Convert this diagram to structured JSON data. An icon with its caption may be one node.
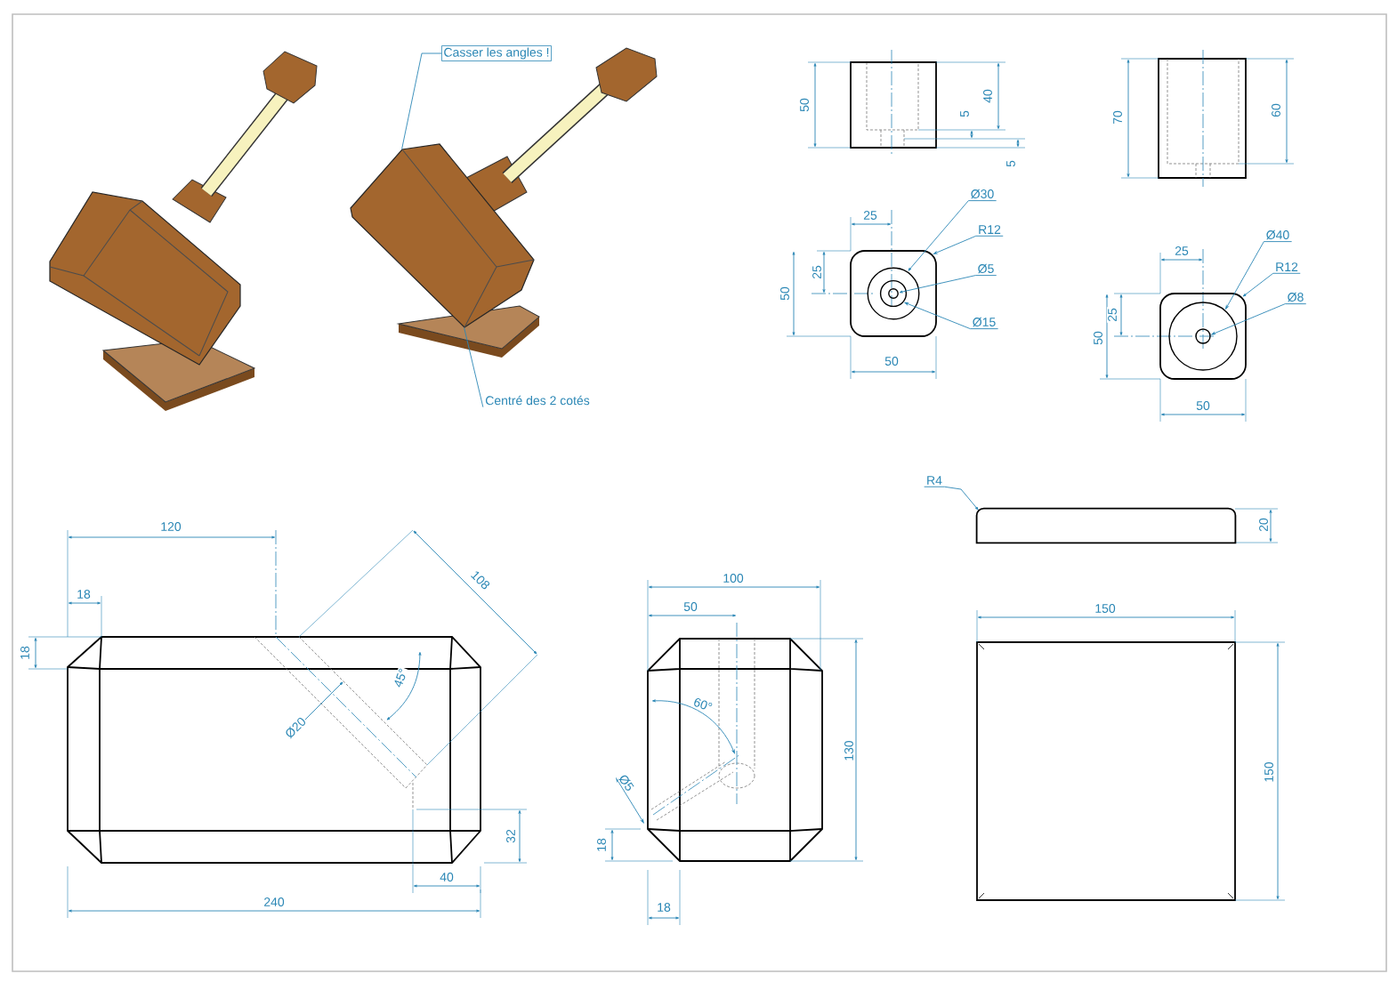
{
  "diagram": {
    "nodes": [
      {
        "text": [
          "Casser les angles !"
        ]
      },
      {
        "text": [
          "Centré des 2 cotés"
        ]
      },
      {
        "text": [
          "Ø30"
        ]
      },
      {
        "text": [
          "R12"
        ]
      },
      {
        "text": [
          "Ø5"
        ]
      },
      {
        "text": [
          "Ø15"
        ]
      },
      {
        "text": [
          "Ø40"
        ]
      },
      {
        "text": [
          "R12"
        ]
      },
      {
        "text": [
          "Ø8"
        ]
      },
      {
        "text": [
          "R4"
        ]
      },
      {
        "text": [],
        "shape": "box"
      },
      {
        "text": [],
        "shape": "circle",
        "in": 10
      },
      {
        "text": [],
        "shape": "circle",
        "in": 11
      },
      {
        "text": [],
        "shape": "circle",
        "in": 12
      },
      {
        "text": [],
        "shape": "box"
      },
      {
        "text": [],
        "shape": "circle",
        "in": 14
      },
      {
        "text": [],
        "shape": "circle",
        "in": 15
      },
      {
        "text": [],
        "shape": "box"
      },
      {
        "text": [],
        "shape": "picture"
      }
    ],
    "edges": [
      {
        "from": 0,
        "to": 18,
        "arrow": "none"
      },
      {
        "from": 1,
        "to": 18,
        "arrow": "none"
      },
      {
        "from": 2,
        "to": 11,
        "arrow": "to"
      },
      {
        "from": 3,
        "to": 10,
        "arrow": "to"
      },
      {
        "from": 4,
        "to": 13,
        "arrow": "to"
      },
      {
        "from": 5,
        "to": 12,
        "arrow": "to"
      },
      {
        "from": 6,
        "to": 15,
        "arrow": "to"
      },
      {
        "from": 7,
        "to": 14,
        "arrow": "to"
      },
      {
        "from": 8,
        "to": 16,
        "arrow": "to"
      },
      {
        "from": 9,
        "to": 17,
        "arrow": "to"
      }
    ],
    "labels": [
      "50",
      "40",
      "5",
      "5",
      "70",
      "60",
      "25",
      "25",
      "50",
      "50",
      "25",
      "25",
      "50",
      "50",
      "120",
      "18",
      "18",
      "108",
      "45°",
      "Ø20",
      "32",
      "40",
      "240",
      "100",
      "50",
      "60°",
      "Ø5",
      "130",
      "18",
      "18",
      "20",
      "150",
      "150"
    ]
  }
}
